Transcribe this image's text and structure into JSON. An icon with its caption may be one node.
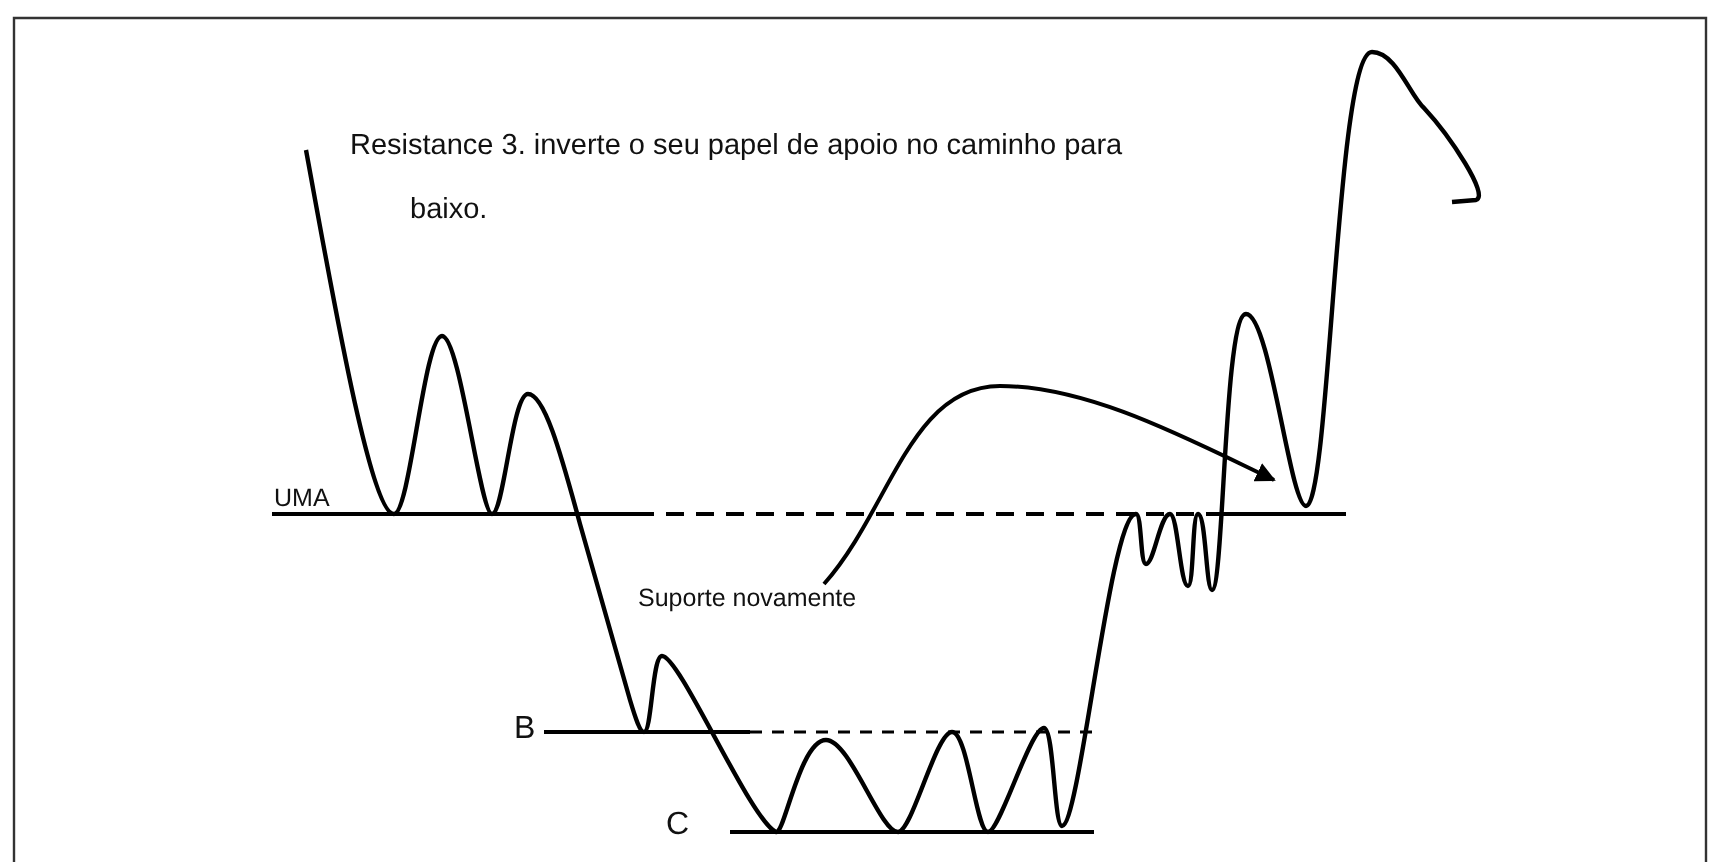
{
  "diagram": {
    "labels": [
      "Resistance 3. inverte o seu papel de apoio no caminho para baixo.",
      "UMA",
      "Suporte novamente",
      "B",
      "C"
    ]
  }
}
